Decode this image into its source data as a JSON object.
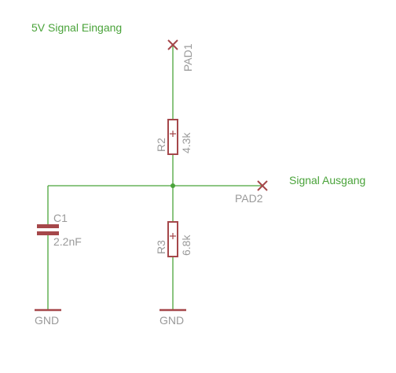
{
  "schematic": {
    "input_label": "5V Signal Eingang",
    "output_label": "Signal Ausgang",
    "pads": [
      {
        "name": "PAD1"
      },
      {
        "name": "PAD2"
      }
    ],
    "resistors": [
      {
        "name": "R2",
        "value": "4.3k"
      },
      {
        "name": "R3",
        "value": "6.8k"
      }
    ],
    "capacitor": {
      "name": "C1",
      "value": "2.2nF"
    },
    "grounds": [
      {
        "label": "GND"
      },
      {
        "label": "GND"
      }
    ],
    "colors": {
      "wire": "#4aa33a",
      "part": "#a5474a",
      "label": "#9a9a9a"
    }
  }
}
